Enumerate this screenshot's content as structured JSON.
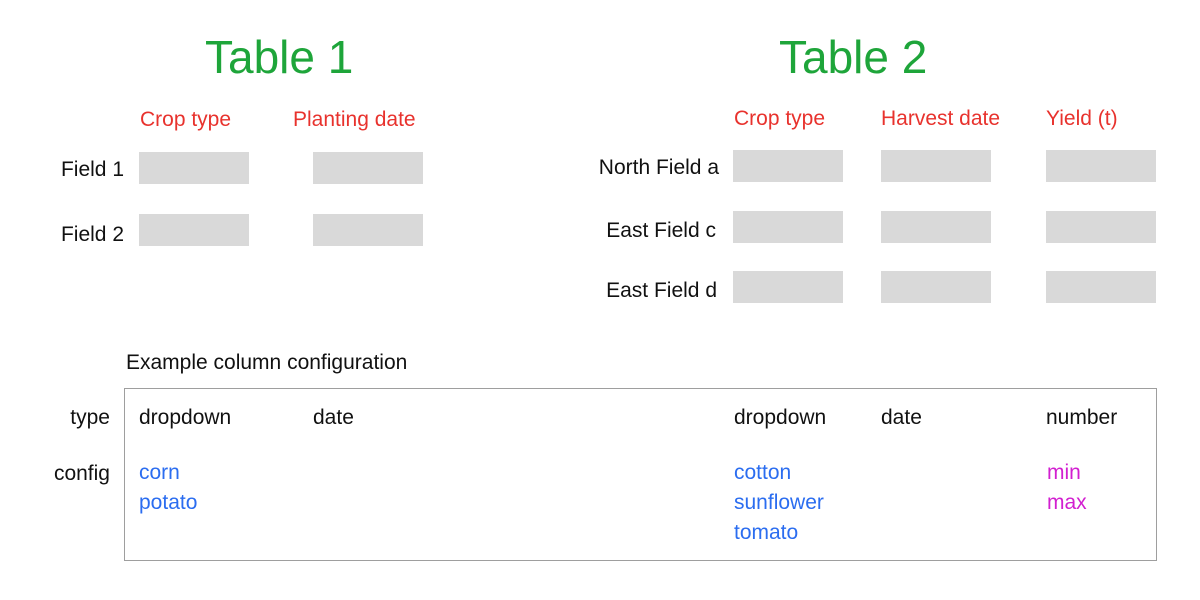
{
  "colors": {
    "title": "#1ea53a",
    "column_header": "#e8322d",
    "dropdown_option": "#2b6df0",
    "number_option": "#d21fd0",
    "cell_placeholder": "#d9d9d9",
    "border": "#9e9e9e"
  },
  "table1": {
    "title": "Table 1",
    "columns": [
      "Crop type",
      "Planting date"
    ],
    "rows": [
      "Field 1",
      "Field 2"
    ]
  },
  "table2": {
    "title": "Table 2",
    "columns": [
      "Crop type",
      "Harvest date",
      "Yield (t)"
    ],
    "rows": [
      "North Field a",
      "East Field c",
      "East Field d"
    ]
  },
  "config": {
    "caption": "Example column configuration",
    "type_label": "type",
    "config_label": "config",
    "columns": [
      {
        "type": "dropdown",
        "options": [
          "corn",
          "potato"
        ]
      },
      {
        "type": "date",
        "options": []
      },
      {
        "type": "dropdown",
        "options": [
          "cotton",
          "sunflower",
          "tomato"
        ]
      },
      {
        "type": "date",
        "options": []
      },
      {
        "type": "number",
        "options": [
          "min",
          "max"
        ]
      }
    ]
  }
}
